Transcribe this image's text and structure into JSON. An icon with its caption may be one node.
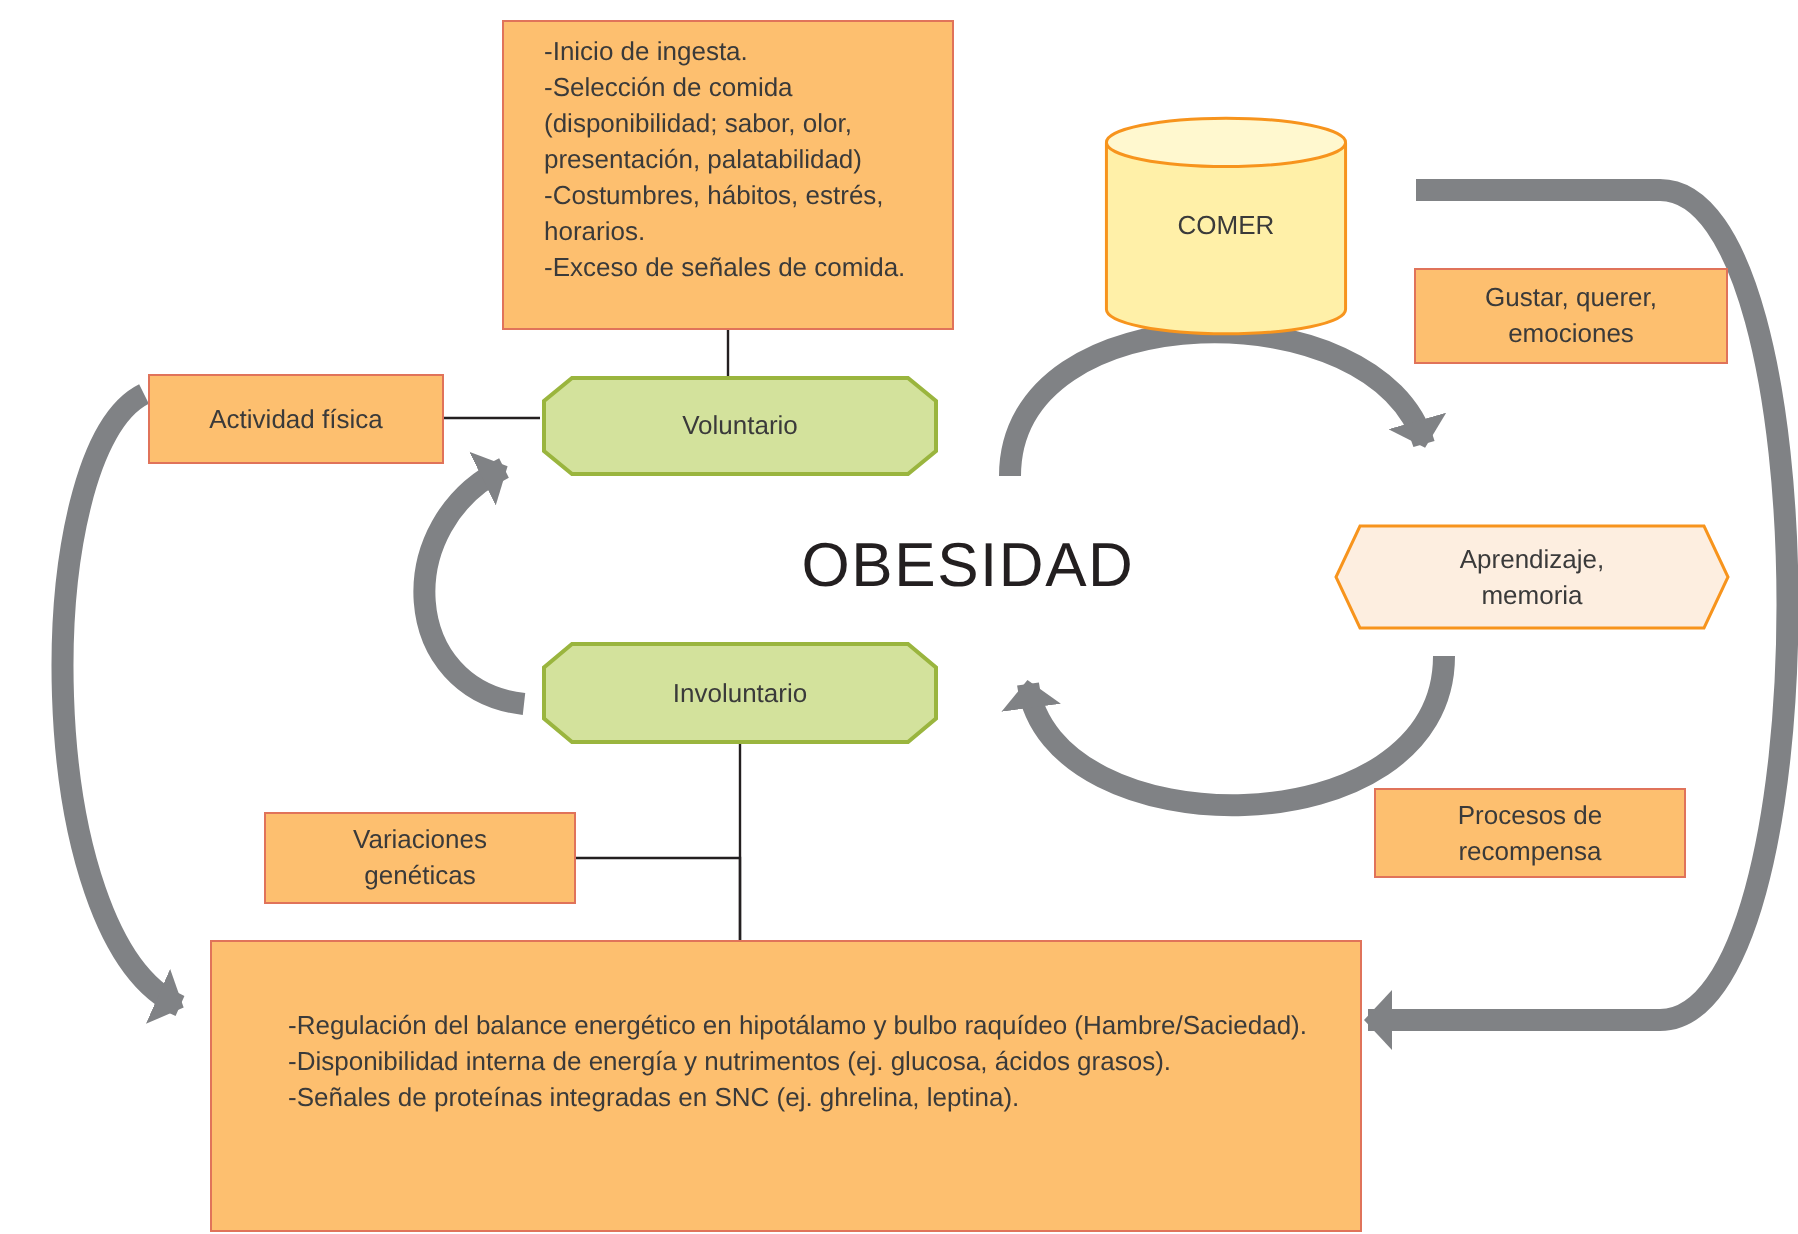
{
  "diagram": {
    "nodes": [
      {
        "text": [
          "-Inicio de ingesta.",
          "-Selección de comida (disponibilidad; sabor, olor, presentación, palatabilidad)",
          "-Costumbres, hábitos, estrés, horarios.",
          "-Exceso de señales de comida."
        ]
      },
      {
        "text": [
          "Voluntario"
        ]
      },
      {
        "text": [
          "Actividad física"
        ]
      },
      {
        "text": [
          "COMER"
        ]
      },
      {
        "text": [
          "Gustar, querer, emociones"
        ]
      },
      {
        "text": [
          "OBESIDAD"
        ]
      },
      {
        "text": [
          "Aprendizaje, memoria"
        ]
      },
      {
        "text": [
          "Involuntario"
        ]
      },
      {
        "text": [
          "Variaciones genéticas"
        ]
      },
      {
        "text": [
          "Procesos de recompensa"
        ]
      },
      {
        "text": [
          "-Regulación del balance energético en hipotálamo y bulbo raquídeo (Hambre/Saciedad).",
          "-Disponibilidad interna de energía y nutrimentos (ej. glucosa, ácidos grasos).",
          "-Señales de proteínas integradas en SNC (ej. ghrelina, leptina)."
        ]
      }
    ],
    "edges": [
      {
        "from": 0,
        "to": 1,
        "arrow": "none",
        "color": "#231f20"
      },
      {
        "from": 2,
        "to": 1,
        "arrow": "none",
        "color": "#231f20"
      },
      {
        "from": 7,
        "to": 10,
        "arrow": "none",
        "color": "#231f20"
      },
      {
        "from": 8,
        "to": 10,
        "arrow": "none",
        "color": "#231f20"
      },
      {
        "from": 7,
        "to": 1,
        "arrow": "to"
      },
      {
        "from": 2,
        "to": 10,
        "arrow": "to"
      },
      {
        "from": 3,
        "to": 10,
        "arrow": "to"
      },
      {
        "from": 5,
        "to": 6,
        "arrow": "to"
      },
      {
        "from": 6,
        "to": 5,
        "arrow": "to"
      }
    ]
  }
}
